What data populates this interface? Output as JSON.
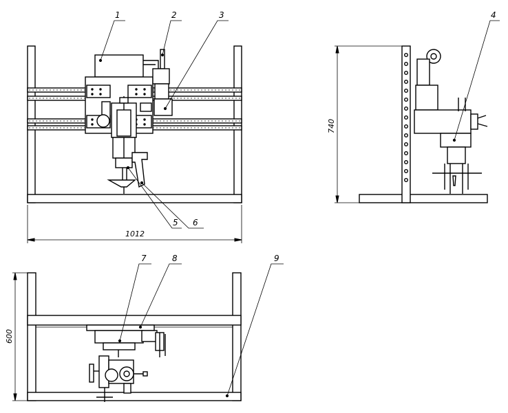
{
  "callouts": [
    "1",
    "2",
    "3",
    "4",
    "5",
    "6",
    "7",
    "8",
    "9"
  ],
  "dimensions": {
    "width": "1012",
    "height": "740",
    "depth": "600"
  }
}
